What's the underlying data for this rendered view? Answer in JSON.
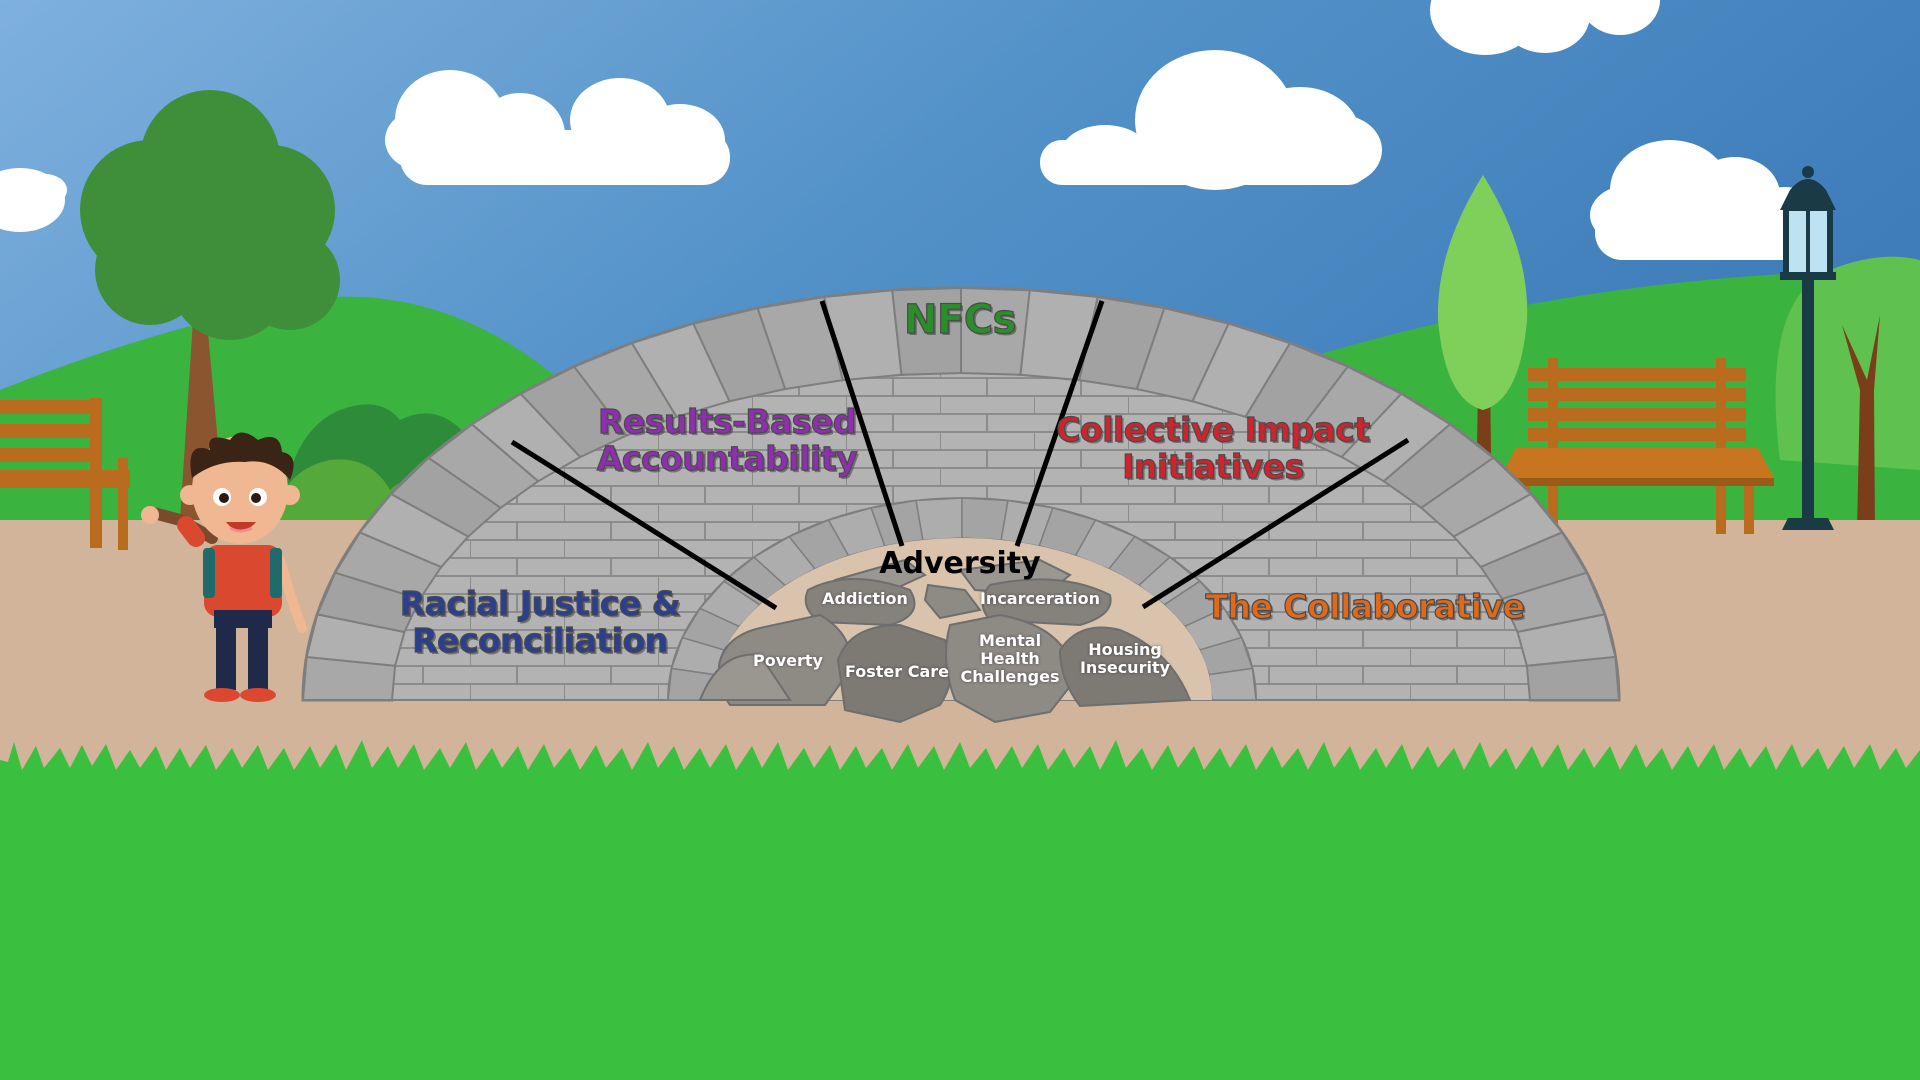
{
  "colors": {
    "sky_top": "#79a9dc",
    "sky_bottom": "#3f7fbf",
    "hills": "#3ab43f",
    "path": "#d1b49a",
    "grass": "#3bbf3f",
    "stone": "#a9a9a9",
    "wall": "#b5b5b5",
    "wood": "#b96b1e",
    "green_text": "#2a8f2a",
    "purple_text": "#8e2fb0",
    "red_text": "#d0232e",
    "blue_text": "#2a3f8f",
    "orange_text": "#e06a1a"
  },
  "bridge": {
    "keystone": "NFCs",
    "segment_left_upper": [
      "Results-Based",
      "Accountability"
    ],
    "segment_right_upper": [
      "Collective Impact",
      "Initiatives"
    ],
    "segment_left_lower": [
      "Racial Justice &",
      "Reconciliation"
    ],
    "segment_right_lower": "The Collaborative"
  },
  "adversity": {
    "title": "Adversity",
    "rocks": {
      "addiction": "Addiction",
      "incarceration": "Incarceration",
      "poverty": "Poverty",
      "foster_care": "Foster Care",
      "mental_health": [
        "Mental",
        "Health",
        "Challenges"
      ],
      "housing": [
        "Housing",
        "Insecurity"
      ]
    }
  },
  "icons": {
    "boy": "waving-boy-icon",
    "tree": "tree-icon",
    "bench": "bench-icon",
    "lamp": "street-lamp-icon",
    "cloud": "cloud-icon"
  }
}
